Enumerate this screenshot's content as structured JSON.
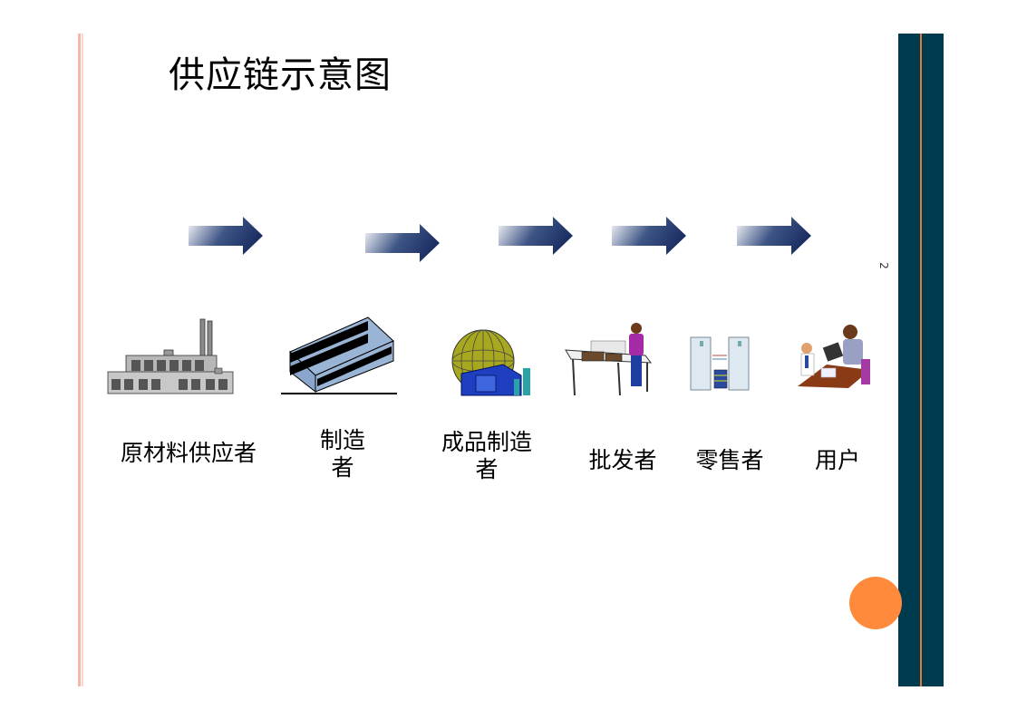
{
  "slide": {
    "title": "供应链示意图",
    "page_number": "2"
  },
  "colors": {
    "right_bar": "#003a4f",
    "accent_orange": "#ff8a3c",
    "arrow_dark": "#1c2f63"
  },
  "nodes": [
    {
      "label": "原材料供应者",
      "icon": "factory-icon"
    },
    {
      "label": "制造\n者",
      "icon": "office-building-icon"
    },
    {
      "label": "成品制造\n者",
      "icon": "dome-facility-icon"
    },
    {
      "label": "批发者",
      "icon": "worker-conveyor-icon"
    },
    {
      "label": "零售者",
      "icon": "shelves-icon"
    },
    {
      "label": "用户",
      "icon": "people-at-desk-icon"
    }
  ]
}
